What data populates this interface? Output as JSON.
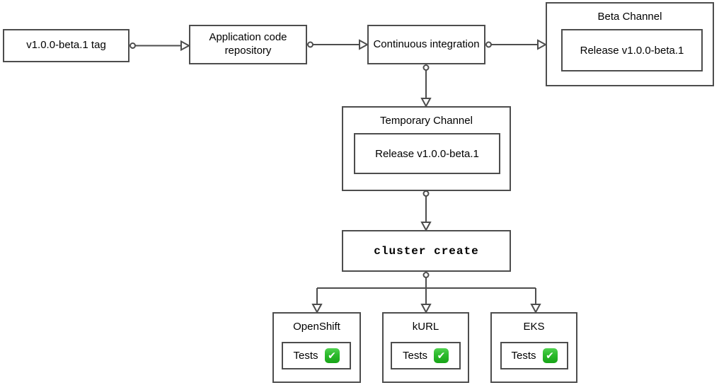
{
  "diagram": {
    "nodes": {
      "tag": {
        "label": "v1.0.0-beta.1 tag"
      },
      "app_repo": {
        "label": "Application code repository"
      },
      "ci": {
        "label": "Continuous integration"
      },
      "beta_channel": {
        "title": "Beta Channel",
        "release_label": "Release v1.0.0-beta.1"
      },
      "temp_channel": {
        "title": "Temporary Channel",
        "release_label": "Release v1.0.0-beta.1"
      },
      "cluster_create": {
        "label": "cluster create"
      },
      "clusters": [
        {
          "title": "OpenShift",
          "tests_label": "Tests",
          "status_icon": "check-mark-button",
          "check_glyph": "✔"
        },
        {
          "title": "kURL",
          "tests_label": "Tests",
          "status_icon": "check-mark-button",
          "check_glyph": "✔"
        },
        {
          "title": "EKS",
          "tests_label": "Tests",
          "status_icon": "check-mark-button",
          "check_glyph": "✔"
        }
      ]
    },
    "colors": {
      "border": "#4d4d4d",
      "background": "#ffffff",
      "text": "#000000",
      "check_green": "#2cba2c",
      "check_mark": "#ffffff"
    }
  }
}
